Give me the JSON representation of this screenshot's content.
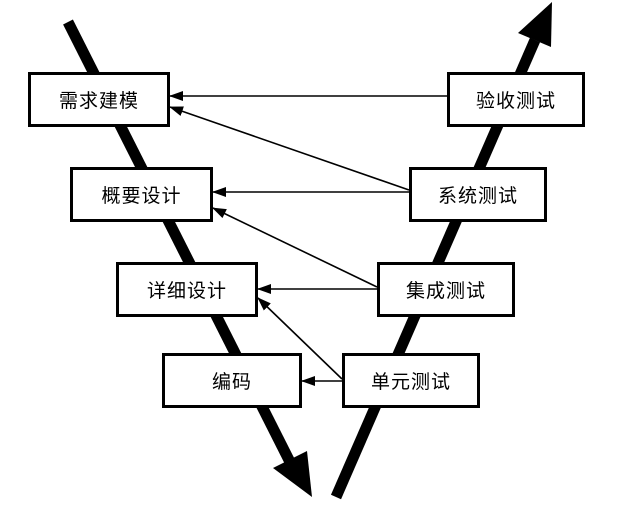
{
  "diagram": {
    "left_branch": [
      {
        "id": "req",
        "label": "需求建模"
      },
      {
        "id": "hld",
        "label": "概要设计"
      },
      {
        "id": "lld",
        "label": "详细设计"
      },
      {
        "id": "code",
        "label": "编码"
      }
    ],
    "right_branch": [
      {
        "id": "acc",
        "label": "验收测试"
      },
      {
        "id": "sys",
        "label": "系统测试"
      },
      {
        "id": "int",
        "label": "集成测试"
      },
      {
        "id": "unit",
        "label": "单元测试"
      }
    ],
    "connections": [
      {
        "from": "acc",
        "to": "req"
      },
      {
        "from": "sys",
        "to": "req"
      },
      {
        "from": "sys",
        "to": "hld"
      },
      {
        "from": "int",
        "to": "hld"
      },
      {
        "from": "int",
        "to": "lld"
      },
      {
        "from": "unit",
        "to": "lld"
      },
      {
        "from": "unit",
        "to": "code"
      }
    ],
    "colors": {
      "stroke": "#000000",
      "fill": "#ffffff",
      "text": "#000000"
    }
  }
}
